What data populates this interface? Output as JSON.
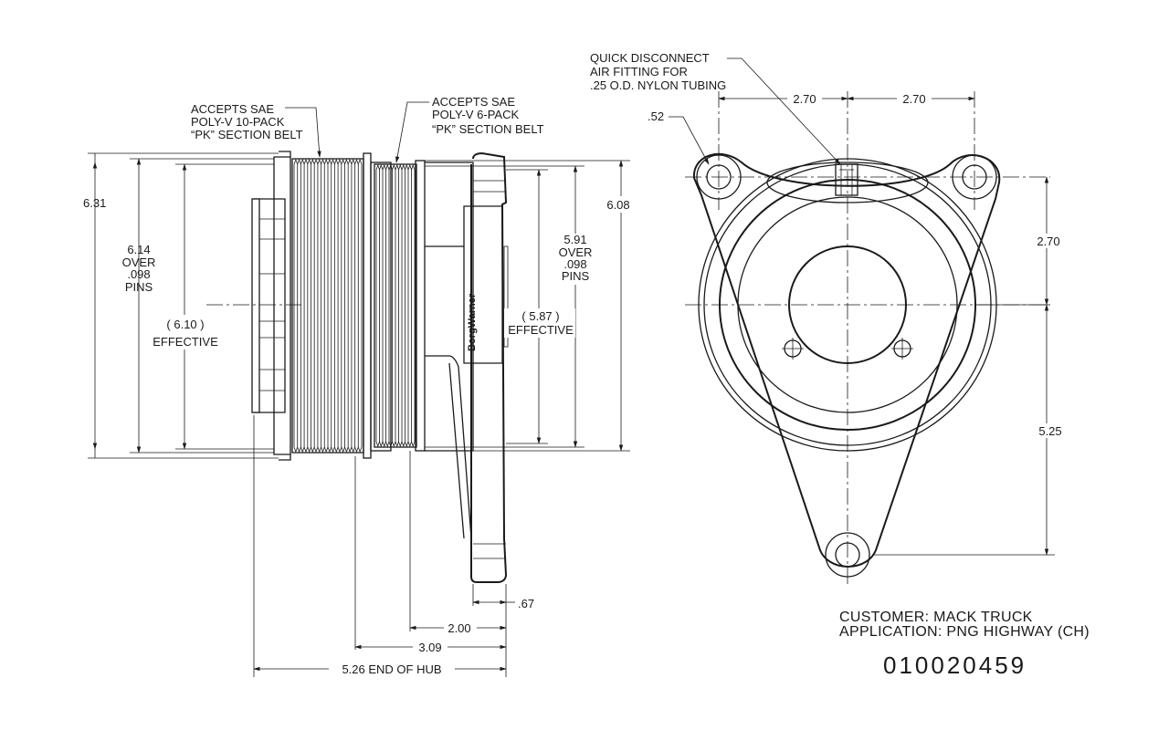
{
  "side_view": {
    "belt10_note": [
      "ACCEPTS SAE",
      "POLY-V 10-PACK",
      "“PK” SECTION BELT"
    ],
    "belt6_note": [
      "ACCEPTS SAE",
      "POLY-V 6-PACK",
      "“PK” SECTION BELT"
    ],
    "dim_631": "6.31",
    "dim_614": [
      "6.14",
      "OVER",
      ".098",
      "PINS"
    ],
    "dim_610": "( 6.10 )",
    "dim_610_sub": "EFFECTIVE",
    "dim_591": [
      "5.91",
      "OVER",
      ".098",
      "PINS"
    ],
    "dim_587": "( 5.87 )",
    "dim_587_sub": "EFFECTIVE",
    "dim_608": "6.08",
    "dim_067": ".67",
    "dim_200": "2.00",
    "dim_309": "3.09",
    "dim_526": "5.26  END OF HUB",
    "brand": "BorgWarner"
  },
  "front_view": {
    "fitting_note": [
      "QUICK DISCONNECT",
      "AIR FITTING FOR",
      ".25  O.D. NYLON TUBING"
    ],
    "dim_052": ".52",
    "dim_270_left": "2.70",
    "dim_270_right": "2.70",
    "dim_270_vert": "2.70",
    "dim_525": "5.25"
  },
  "title_block": {
    "customer": "CUSTOMER:  MACK TRUCK",
    "application": "APPLICATION:  PNG HIGHWAY  (CH)",
    "part_number": "010020459"
  }
}
